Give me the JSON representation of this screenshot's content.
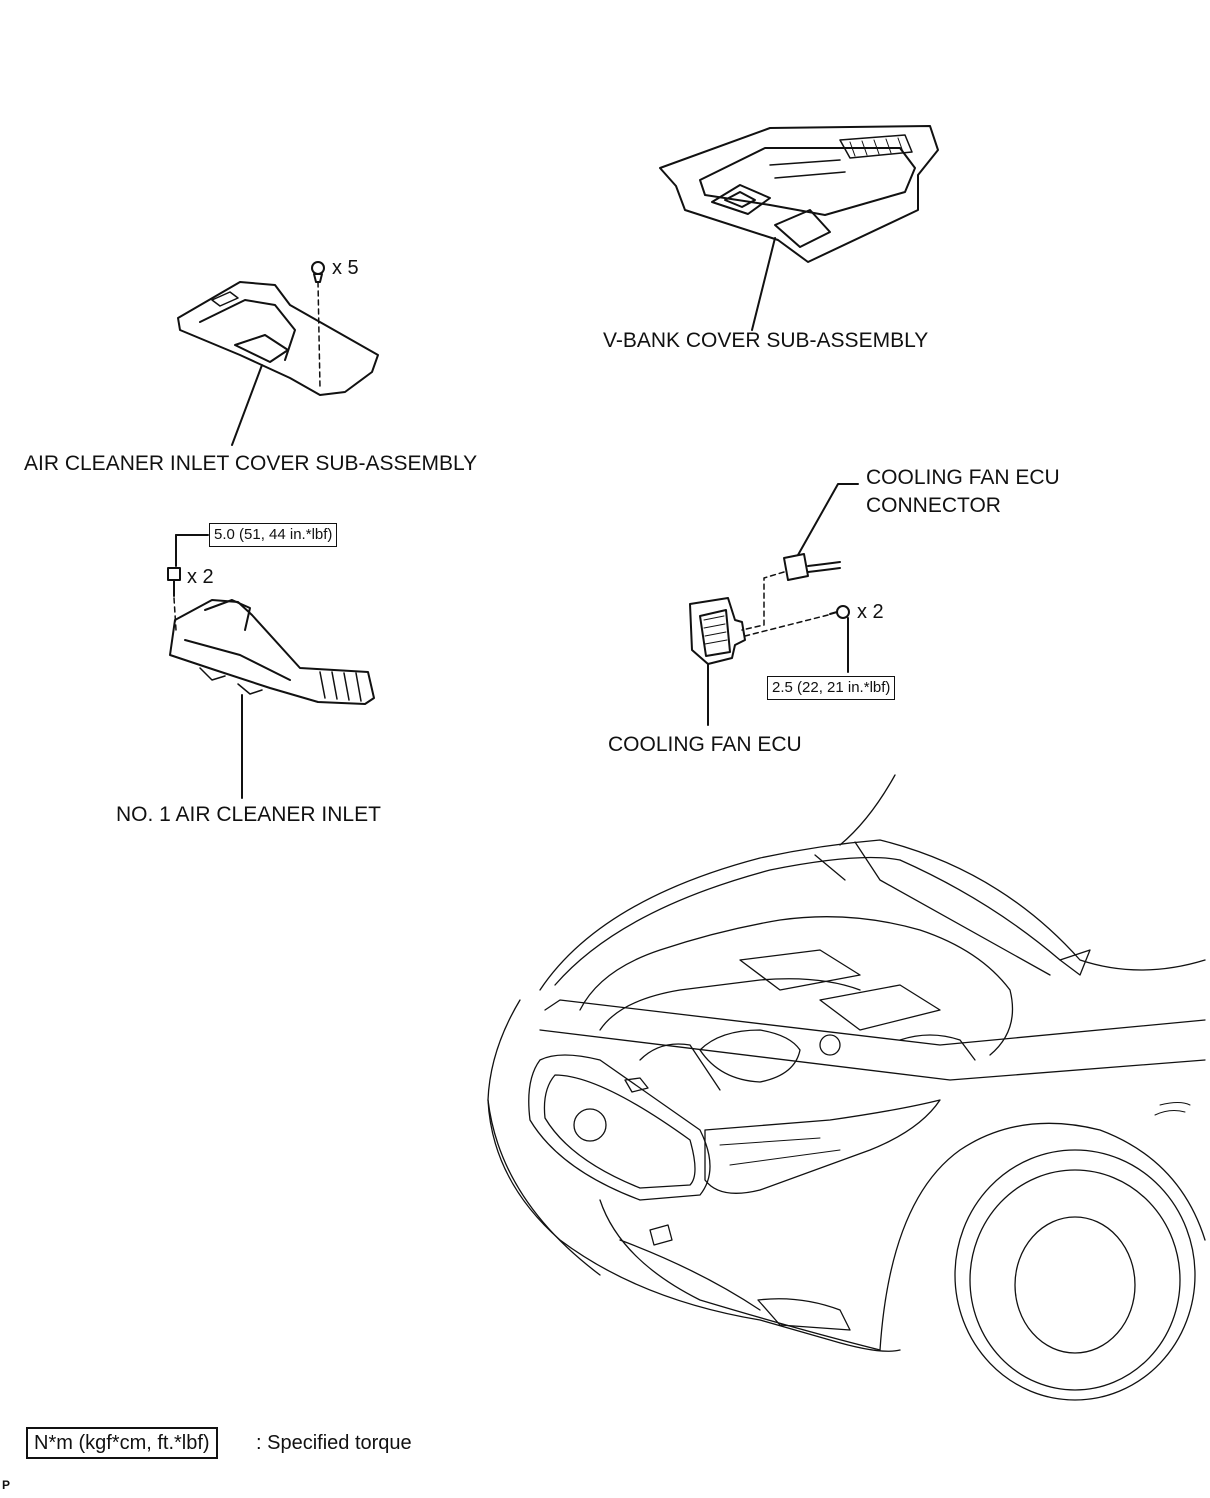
{
  "labels": {
    "air_cleaner_inlet_cover": "AIR CLEANER INLET COVER SUB-ASSEMBLY",
    "v_bank_cover": "V-BANK COVER SUB-ASSEMBLY",
    "cooling_fan_ecu_connector": "COOLING FAN ECU\nCONNECTOR",
    "cooling_fan_ecu": "COOLING FAN ECU",
    "no1_air_cleaner_inlet": "NO. 1 AIR CLEANER INLET"
  },
  "quantities": {
    "cover_clips": "x 5",
    "inlet_bolts": "x 2",
    "ecu_bolts": "x 2"
  },
  "torques": {
    "inlet_bolt": "5.0 (51, 44 in.*lbf)",
    "ecu_bolt": "2.5 (22, 21 in.*lbf)"
  },
  "legend": {
    "unit": "N*m (kgf*cm, ft.*lbf)",
    "description": ": Specified torque"
  },
  "corner_code": "P"
}
